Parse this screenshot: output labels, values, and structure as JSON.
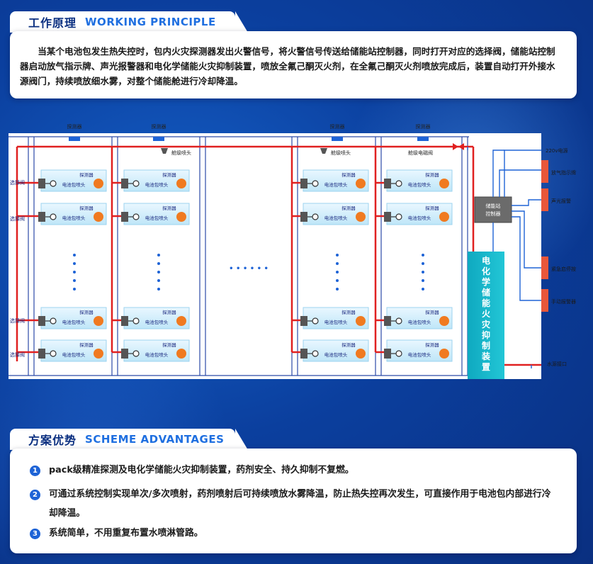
{
  "section1": {
    "title_cn": "工作原理",
    "title_en": "WORKING PRINCIPLE",
    "paragraph": "当某个电池包发生热失控时，包内火灾探测器发出火警信号，将火警信号传送给储能站控制器，同时打开对应的选择阀，储能站控制器启动放气指示牌、声光报警器和电化学储能火灾抑制装置，喷放全氟己酮灭火剂，在全氟己酮灭火剂喷放完成后，装置自动打开外接水源阀门，持续喷放细水雾，对整个储能舱进行冷却降温。"
  },
  "diagram": {
    "detector": "探测器",
    "cabin_nozzle": "舱级喷头",
    "cabin_valve": "舱级电磁阀",
    "selector_valve": "选择阀",
    "pack_detector": "探测器",
    "pack_nozzle": "电池包喷头",
    "controller_line1": "储能站",
    "controller_line2": "控制器",
    "suppression_device": "电化学储能火灾抑制装置",
    "power": "220v电源",
    "release_sign": "放气指示牌",
    "alarm": "声光报警",
    "emergency_stop": "紧急启停按",
    "manual_alarm": "手动报警器",
    "water_inlet": "水源接口",
    "ellipsis": "• • • • • •"
  },
  "section2": {
    "title_cn": "方案优势",
    "title_en": "SCHEME ADVANTAGES",
    "items": [
      {
        "num": "1",
        "text": "pack级精准探测及电化学储能火灾抑制装置，药剂安全、持久抑制不复燃。"
      },
      {
        "num": "2",
        "text": "可通过系统控制实现单次/多次喷射，药剂喷射后可持续喷放水雾降温，防止热失控再次发生，可直接作用于电池包内部进行冷却降温。"
      },
      {
        "num": "3",
        "text": "系统简单，不用重复布置水喷淋管路。"
      }
    ]
  },
  "colors": {
    "navy": "#0a2f80",
    "accent_blue": "#1f6fe0",
    "pipe_red": "#e02020",
    "device_teal": "#17b6c9",
    "panel_red": "#e8573a",
    "nozzle_orange": "#f07a20"
  }
}
